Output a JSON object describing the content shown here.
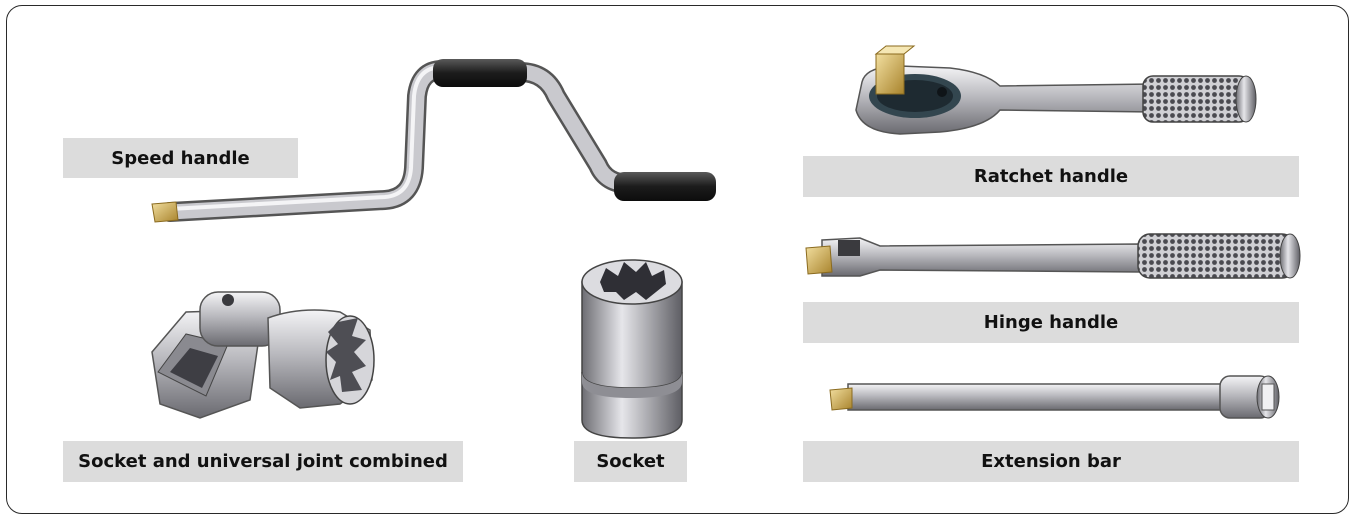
{
  "labels": {
    "speed_handle": "Speed handle",
    "ratchet_handle": "Ratchet handle",
    "hinge_handle": "Hinge handle",
    "extension_bar": "Extension bar",
    "universal_joint": "Socket and universal joint combined",
    "socket": "Socket"
  },
  "colors": {
    "label_background": "#dcdcdc",
    "steel": "#b8b8bc",
    "brass": "#c9a64a",
    "grip": "#2b2b2b"
  }
}
